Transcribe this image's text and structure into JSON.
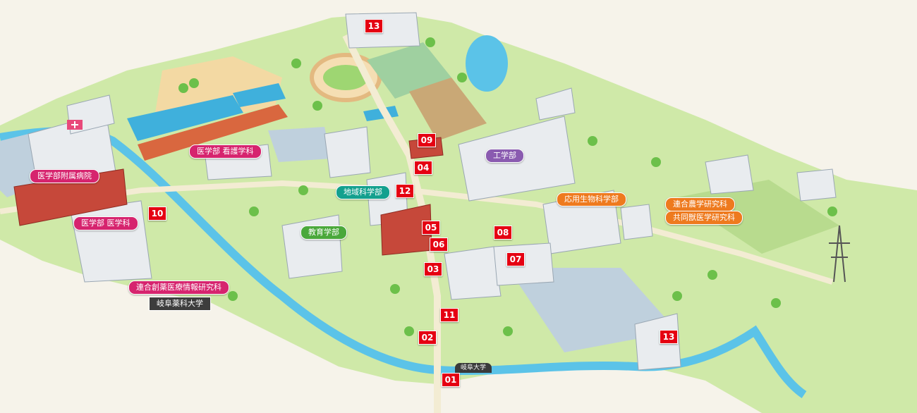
{
  "colors": {
    "marker": "#e50012",
    "pink": "#d6246e",
    "purple": "#8a5bb0",
    "teal": "#13a08e",
    "green": "#4aa83b",
    "orange": "#ee7a1e",
    "water": "#5bc3e8",
    "grass": "#bfe39a",
    "road": "#f0e7c9"
  },
  "markers": [
    {
      "id": "13a",
      "label": "13"
    },
    {
      "id": "09",
      "label": "09"
    },
    {
      "id": "04",
      "label": "04"
    },
    {
      "id": "12",
      "label": "12"
    },
    {
      "id": "10",
      "label": "10"
    },
    {
      "id": "05",
      "label": "05"
    },
    {
      "id": "06",
      "label": "06"
    },
    {
      "id": "03",
      "label": "03"
    },
    {
      "id": "08",
      "label": "08"
    },
    {
      "id": "07",
      "label": "07"
    },
    {
      "id": "11",
      "label": "11"
    },
    {
      "id": "02",
      "label": "02"
    },
    {
      "id": "01",
      "label": "01"
    },
    {
      "id": "13b",
      "label": "13"
    }
  ],
  "labels": {
    "hospital": "医学部附属病院",
    "nursing": "医学部 看護学科",
    "medicine": "医学部 医学科",
    "joint_pharma": "連合創薬医療情報研究科",
    "pharma_univ": "岐阜薬科大学",
    "engineering": "工学部",
    "regional": "地域科学部",
    "education": "教育学部",
    "applied_bio": "応用生物科学部",
    "joint_agri": "連合農学研究科",
    "joint_vet": "共同獣医学研究科",
    "gate": "岐阜大学"
  }
}
